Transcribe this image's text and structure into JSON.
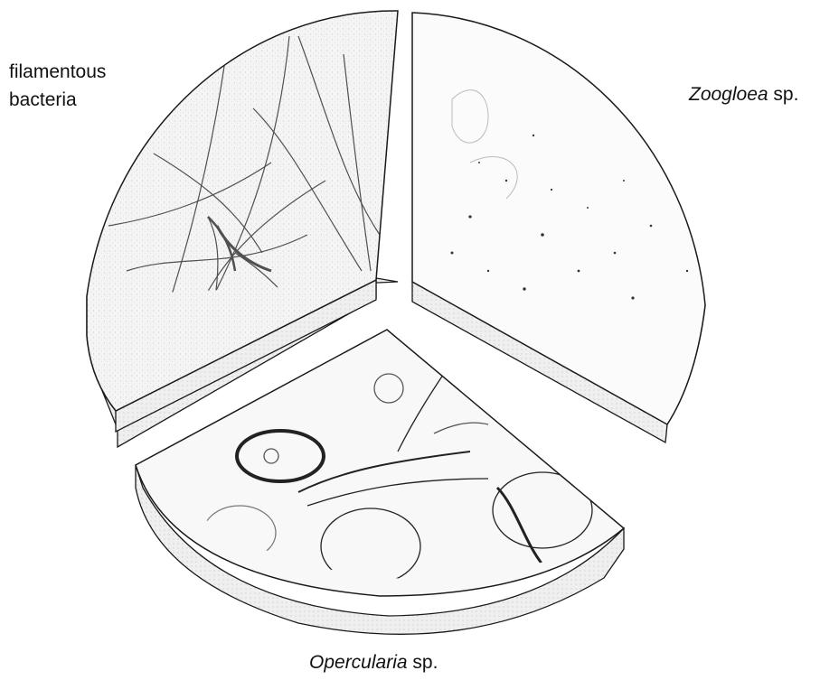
{
  "labels": {
    "filamentous": {
      "line1": "filamentous",
      "line2": "bacteria"
    },
    "zoogloea": {
      "genus": "Zoogloea",
      "suffix": " sp."
    },
    "opercularia": {
      "genus": "Opercularia",
      "suffix": " sp."
    }
  },
  "segments": [
    {
      "name": "filamentous-bacteria-segment",
      "texture": "filaments"
    },
    {
      "name": "zoogloea-segment",
      "texture": "sparse-dots"
    },
    {
      "name": "opercularia-segment",
      "texture": "cells"
    }
  ],
  "colors": {
    "ink": "#1a1a1a",
    "face": "#f7f7f7",
    "side": "#ececec",
    "background": "#ffffff"
  }
}
